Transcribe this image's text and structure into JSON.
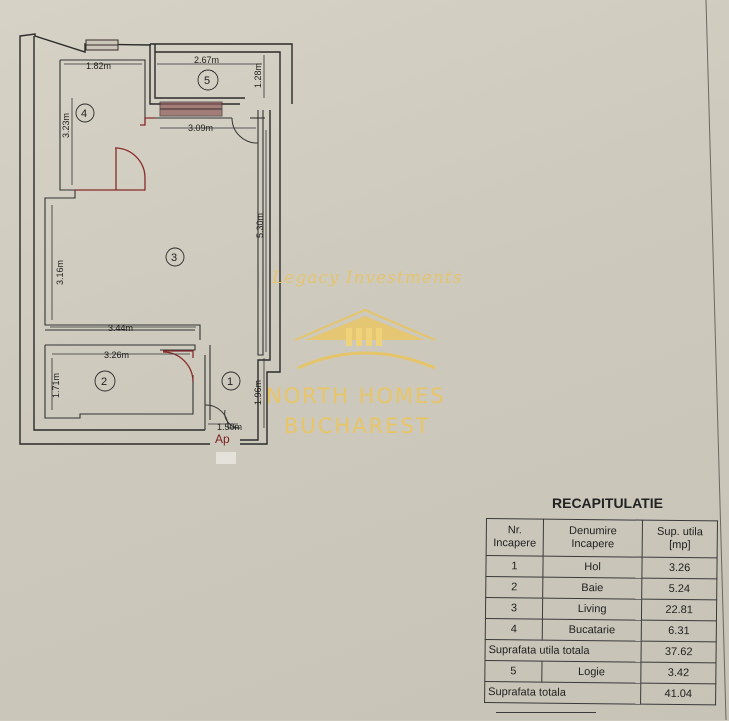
{
  "plan": {
    "dimensions": {
      "d1": "1.82m",
      "d2": "2.67m",
      "d3": "1.28m",
      "d4": "3.23m",
      "d5": "3.09m",
      "d6": "5.30m",
      "d7": "3.16m",
      "d8": "3.44m",
      "d9": "3.26m",
      "d10": "1.71m",
      "d11": "1.96m",
      "d12": "1.50m"
    },
    "room_numbers": [
      "1",
      "2",
      "3",
      "4",
      "5"
    ],
    "entrance_label": "Ap"
  },
  "watermark": {
    "script": "Legacy Investments",
    "line1": "NORTH HOMES",
    "line2": "BUCHAREST",
    "color": "#e8c566"
  },
  "recap": {
    "title": "RECAPITULATIE",
    "headers": {
      "nr": "Nr. Incapere",
      "name": "Denumire Incapere",
      "area": "Sup. utila [mp]"
    },
    "rooms": [
      {
        "nr": "1",
        "name": "Hol",
        "area": "3.26"
      },
      {
        "nr": "2",
        "name": "Baie",
        "area": "5.24"
      },
      {
        "nr": "3",
        "name": "Living",
        "area": "22.81"
      },
      {
        "nr": "4",
        "name": "Bucatarie",
        "area": "6.31"
      }
    ],
    "useful_total_label": "Suprafata utila totala",
    "useful_total": "37.62",
    "loggia": {
      "nr": "5",
      "name": "Logie",
      "area": "3.42"
    },
    "grand_total_label": "Suprafata totala",
    "grand_total": "41.04"
  }
}
